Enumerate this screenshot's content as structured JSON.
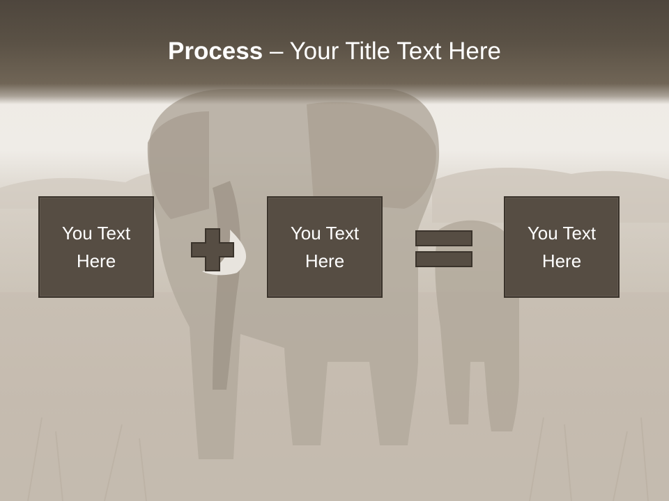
{
  "slide": {
    "title_bold": "Process",
    "title_rest": " – Your Title Text Here"
  },
  "boxes": [
    {
      "text": "You Text\nHere"
    },
    {
      "text": "You Text\nHere"
    },
    {
      "text": "You Text\nHere"
    }
  ],
  "operators": {
    "plus": "plus-icon",
    "equals": "equals-icon"
  },
  "colors": {
    "title_band": "#5a5145",
    "box_fill": "#564d43",
    "box_border": "#3a332b",
    "operator_fill": "#564d43",
    "title_text": "#ffffff"
  }
}
